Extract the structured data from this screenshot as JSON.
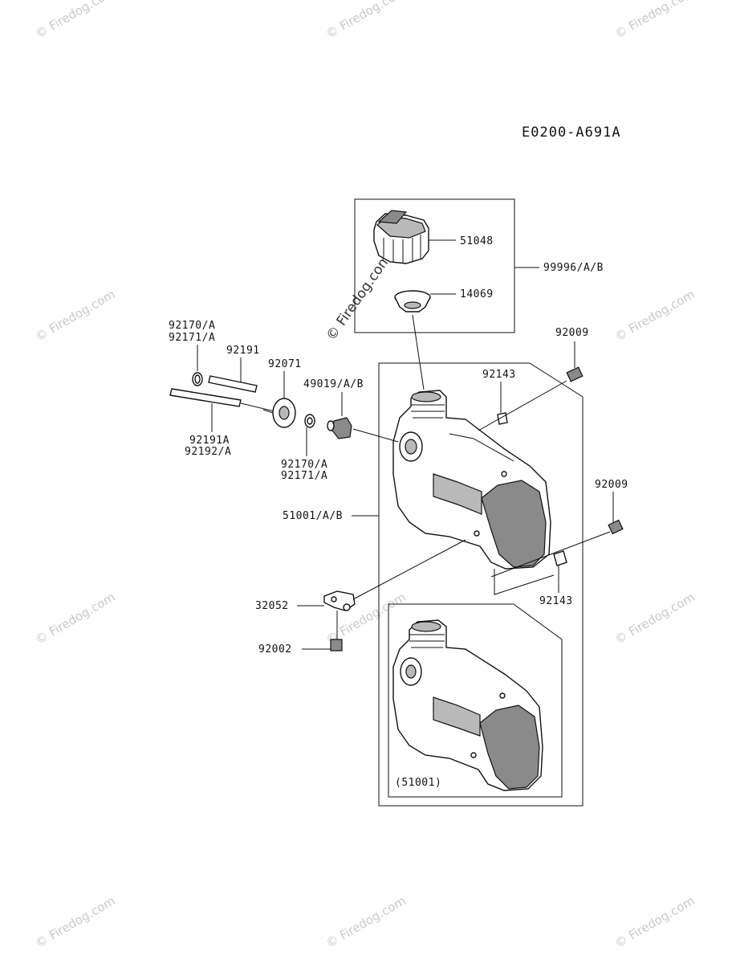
{
  "diagram_code": "E0200-A691A",
  "labels": {
    "p51048": "51048",
    "p99996": "99996/A/B",
    "p14069": "14069",
    "p92009_top": "92009",
    "p92143_top": "92143",
    "p92170a_1": "92170/A",
    "p92171a_1": "92171/A",
    "p92191": "92191",
    "p92071": "92071",
    "p49019": "49019/A/B",
    "p92191a": "92191A",
    "p92192a": "92192/A",
    "p92170a_2": "92170/A",
    "p92171a_2": "92171/A",
    "p51001": "51001/A/B",
    "p92009_right": "92009",
    "p92143_bottom": "92143",
    "p32052": "32052",
    "p92002": "92002",
    "p51001_paren": "(51001)"
  },
  "watermark": {
    "text": "© Firedog.com"
  }
}
